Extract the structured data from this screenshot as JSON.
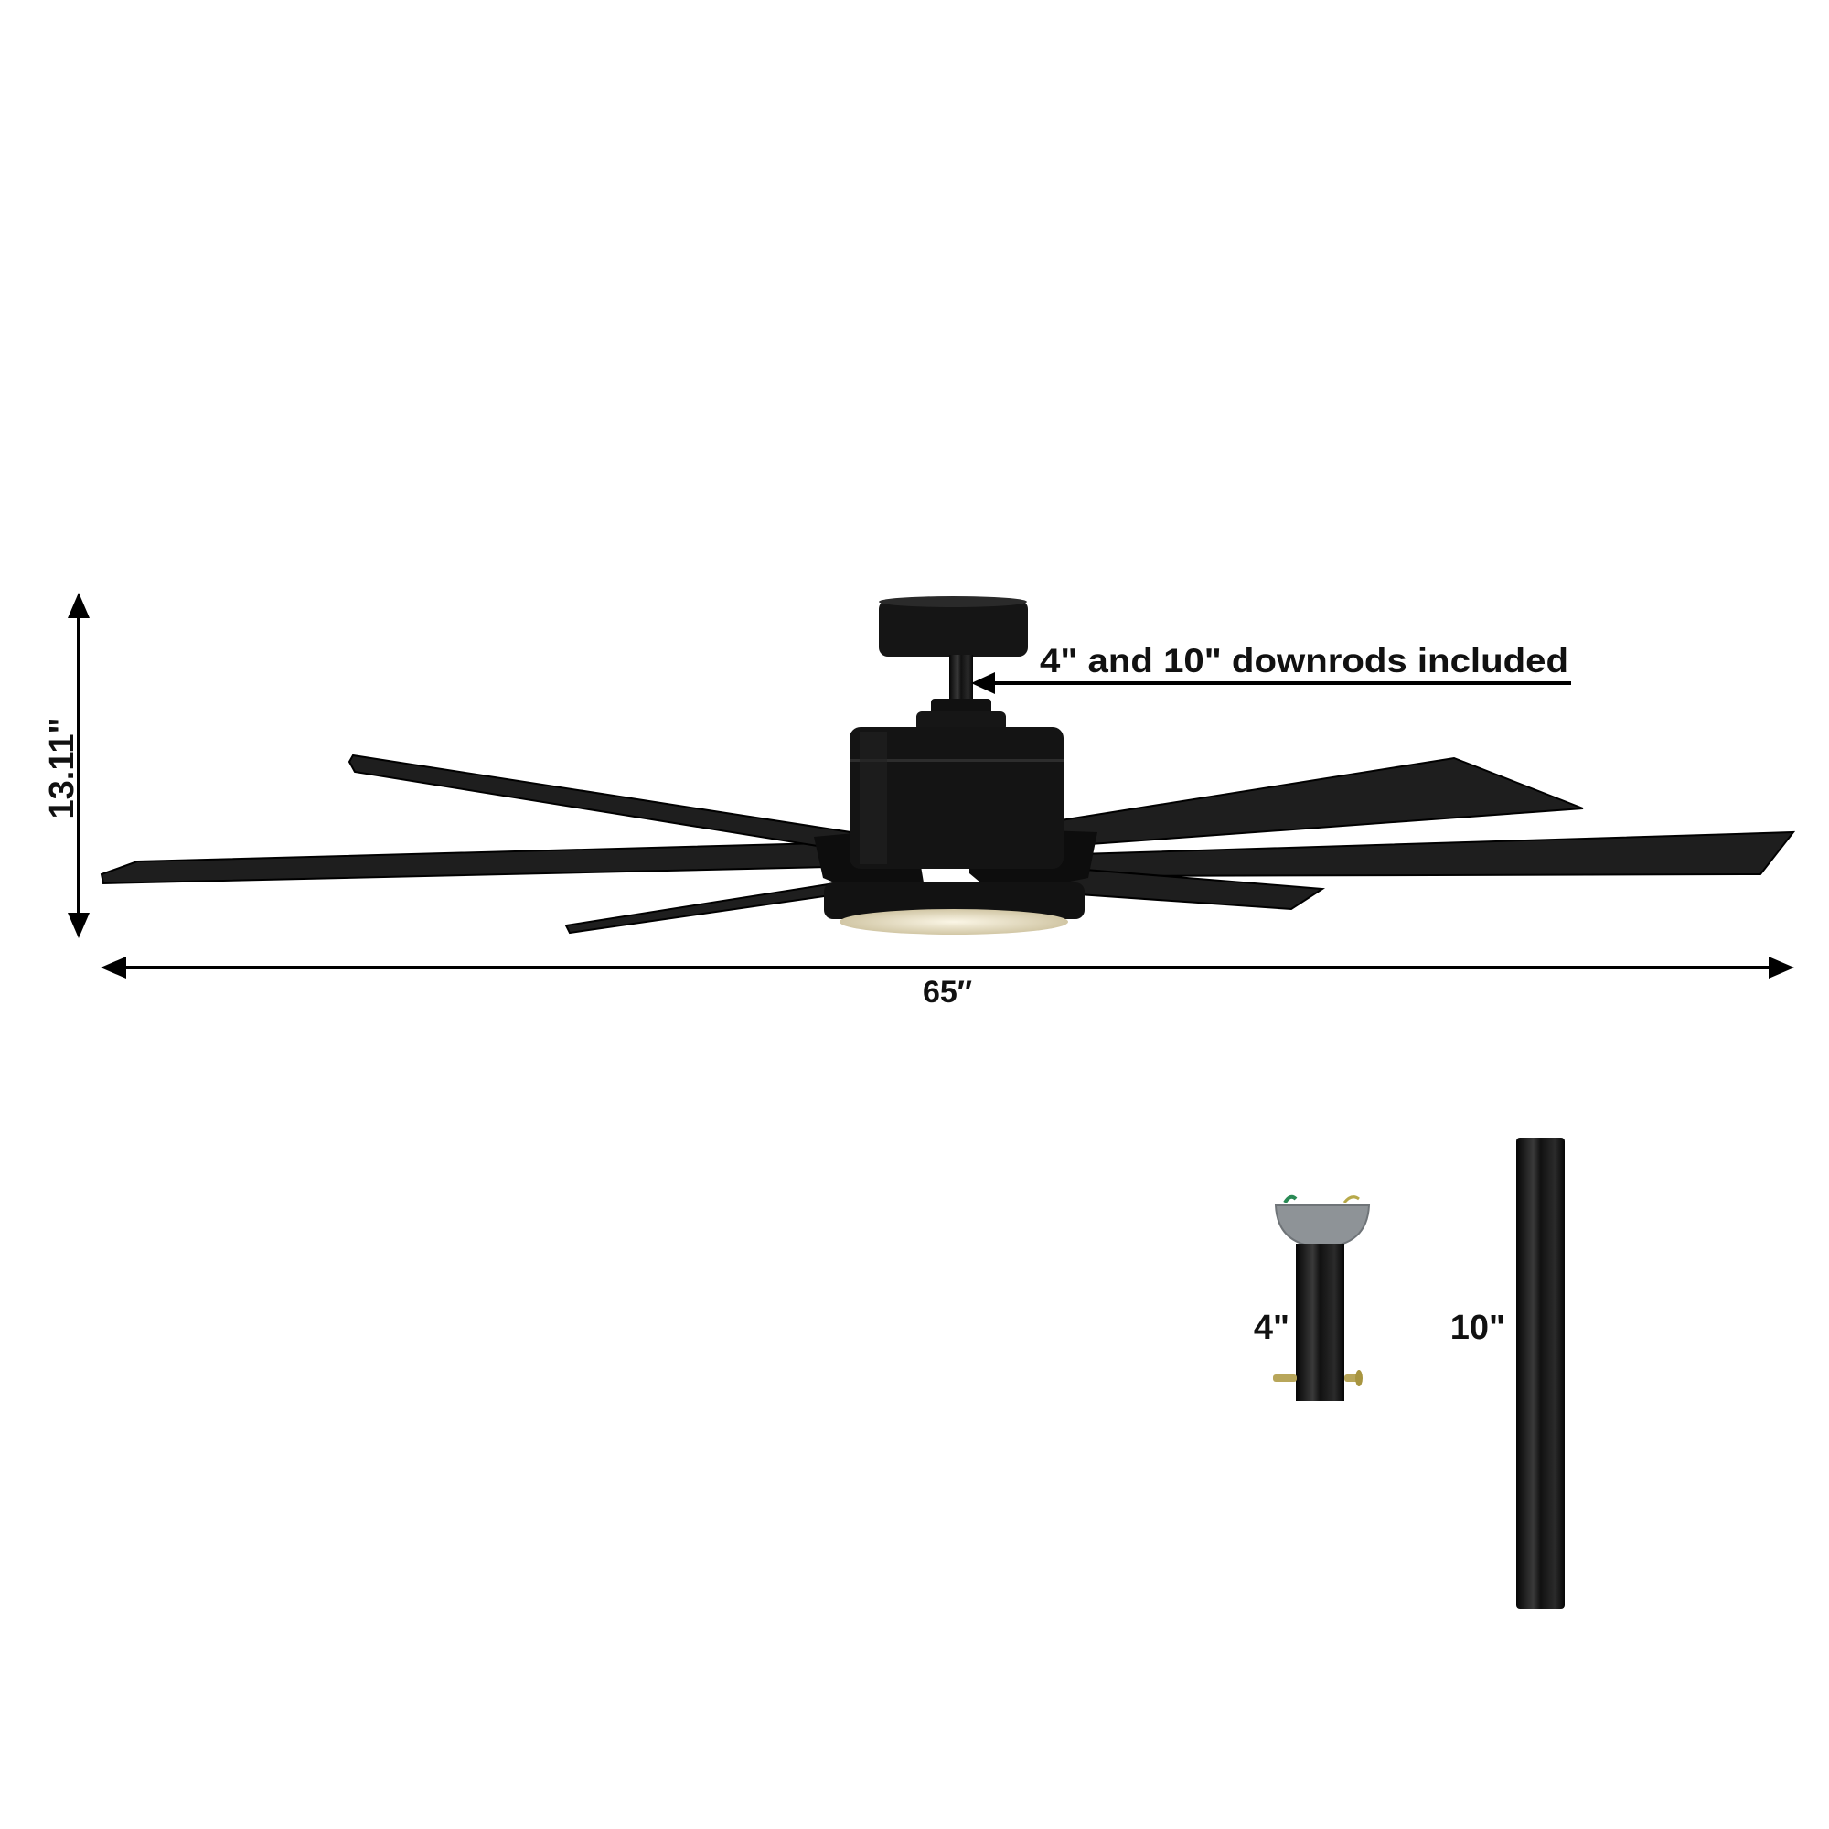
{
  "dimensions": {
    "height_label": "13.11\"",
    "width_label": "65″"
  },
  "annotation": {
    "downrods_text": "4\" and 10\" downrods included"
  },
  "downrods": [
    {
      "label": "4\""
    },
    {
      "label": "10\""
    }
  ],
  "colors": {
    "fan_finish": "#141414",
    "blade": "#1e1e1e",
    "light": "#f3ead2",
    "canopy_metal": "#8e9397"
  }
}
